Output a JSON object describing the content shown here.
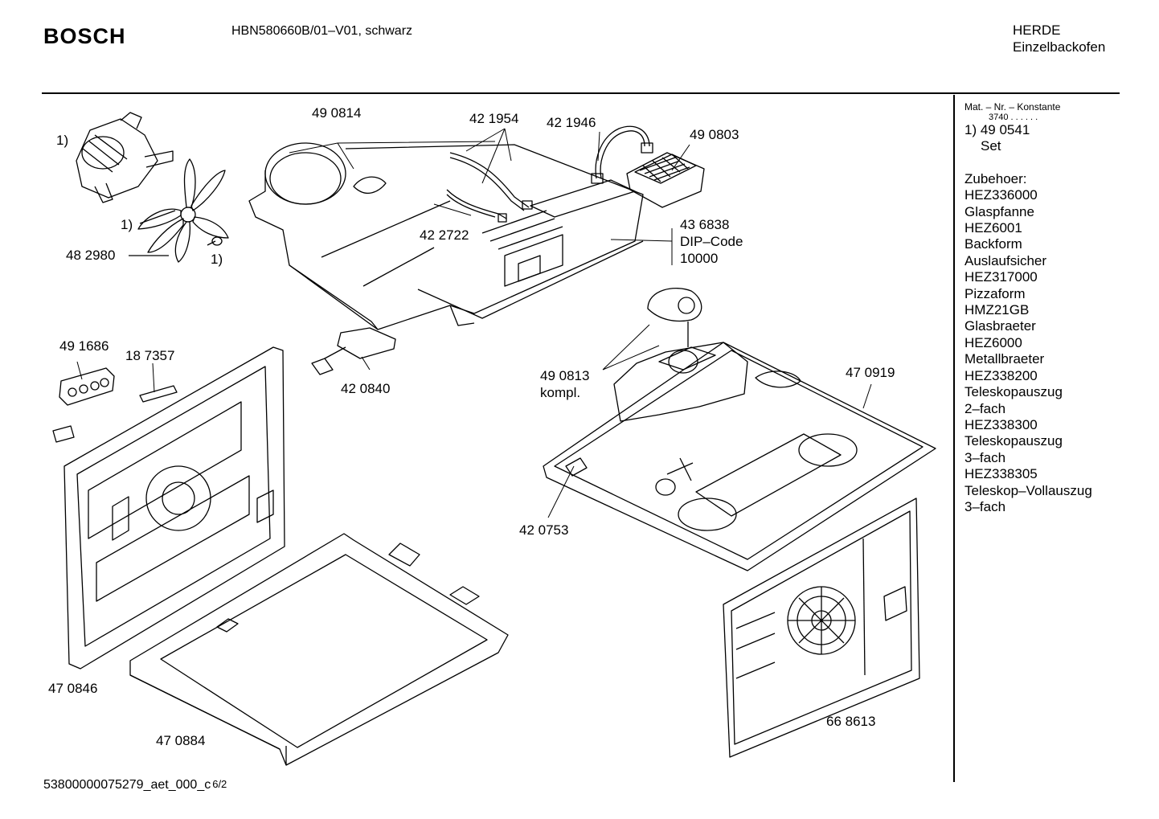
{
  "header": {
    "brand": "BOSCH",
    "model": "HBN580660B/01–V01, schwarz",
    "category": "HERDE",
    "subcategory": "Einzelbackofen"
  },
  "sidebar": {
    "constant_label": "Mat. – Nr. – Konstante",
    "constant_value": "3740 . . . . . .",
    "set_ref": "1) 49 0541",
    "set_label": "Set",
    "accessories_heading": "Zubehoer:",
    "accessories": [
      "HEZ336000",
      "Glaspfanne",
      "HEZ6001",
      "Backform",
      "Auslaufsicher",
      "HEZ317000",
      "Pizzaform",
      "HMZ21GB",
      "Glasbraeter",
      "HEZ6000",
      "Metallbraeter",
      "HEZ338200",
      "Teleskopauszug",
      "2–fach",
      "HEZ338300",
      "Teleskopauszug",
      "3–fach",
      "HEZ338305",
      "Teleskop–Vollauszug",
      "3–fach"
    ]
  },
  "parts": {
    "p490814": "49 0814",
    "p421954": "42 1954",
    "p421946": "42 1946",
    "p490803": "49 0803",
    "p422722": "42 2722",
    "p436838": "43 6838",
    "dip_label": "DIP–Code",
    "dip_value": "10000",
    "set_a": "1)",
    "set_b": "1)",
    "set_c": "1)",
    "p482980": "48 2980",
    "p491686": "49 1686",
    "p187357": "18 7357",
    "p420840": "42 0840",
    "p490813": "49 0813",
    "kompl": "kompl.",
    "p470919": "47 0919",
    "p420753": "42 0753",
    "p470846": "47 0846",
    "p470884": "47 0884",
    "p668613": "66 8613"
  },
  "footer": {
    "doc_id": "53800000075279_aet_000_c",
    "page": "6/2"
  }
}
